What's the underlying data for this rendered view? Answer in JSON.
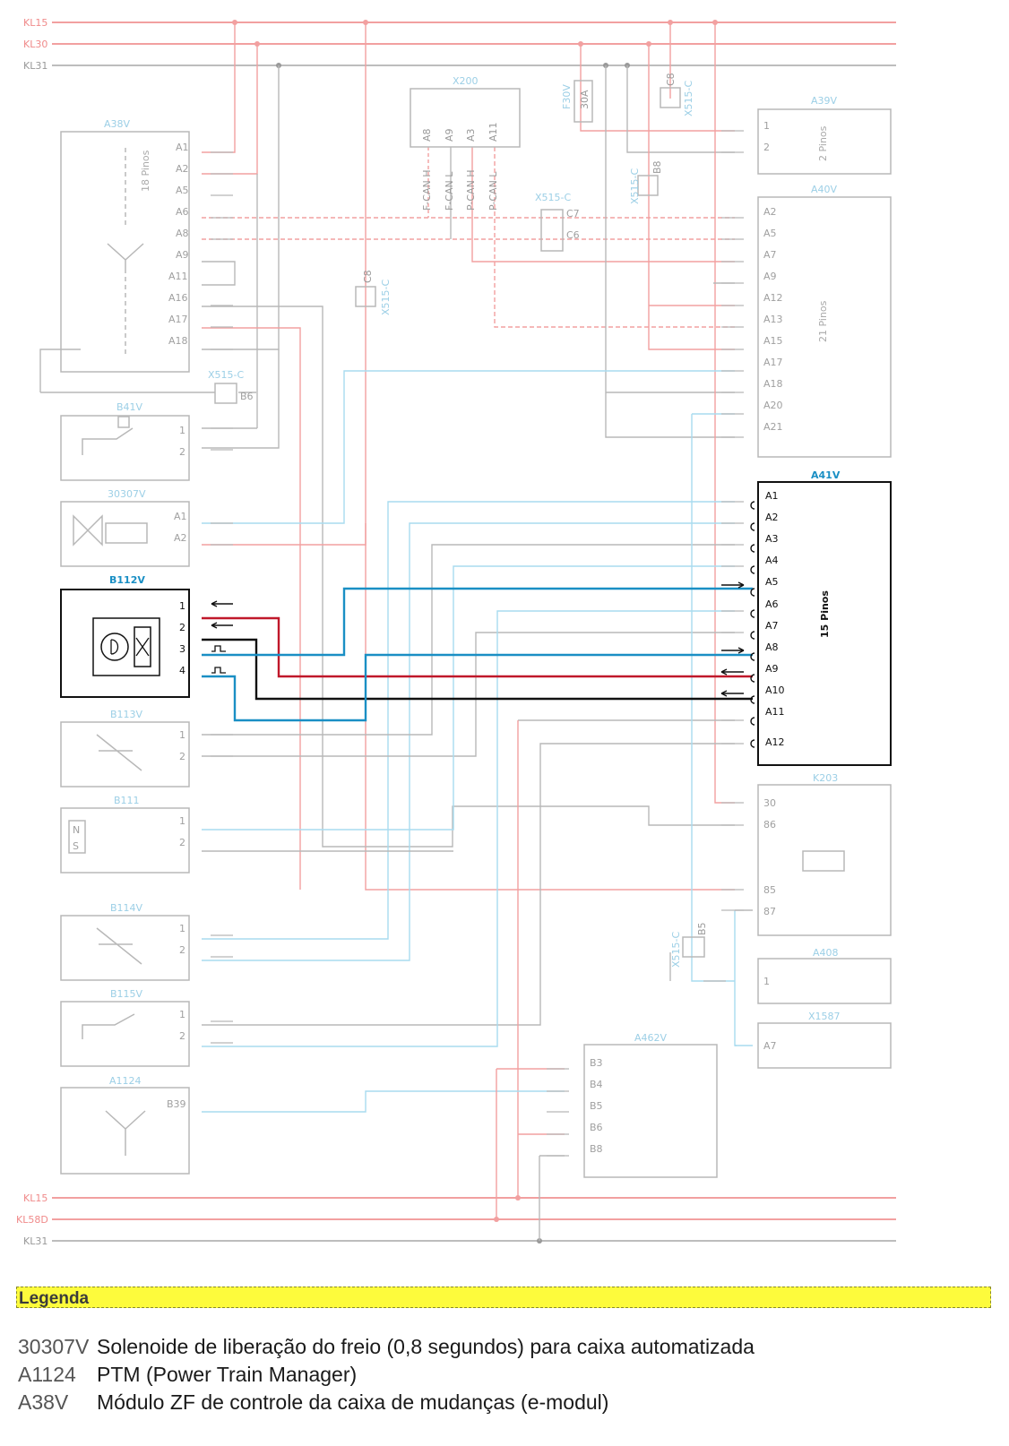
{
  "rails_top": [
    {
      "label": "KL15",
      "color": "#f4a5a5"
    },
    {
      "label": "KL30",
      "color": "#f4a5a5"
    },
    {
      "label": "KL31",
      "color": "#bdbdbd"
    }
  ],
  "rails_bottom": [
    {
      "label": "KL15",
      "color": "#f4a5a5"
    },
    {
      "label": "KL58D",
      "color": "#f4a5a5"
    },
    {
      "label": "KL31",
      "color": "#bdbdbd"
    }
  ],
  "components": {
    "a38v": {
      "name": "A38V",
      "pins_text": "18 Pinos",
      "pins": [
        "A1",
        "A2",
        "A5",
        "A6",
        "A8",
        "A9",
        "A11",
        "A16",
        "A17",
        "A18"
      ]
    },
    "x200": {
      "name": "X200",
      "pins": [
        "A8",
        "A9",
        "A3",
        "A11"
      ],
      "signals": [
        "F-CAN H",
        "F-CAN L",
        "P-CAN H",
        "P-CAN L"
      ]
    },
    "f30v": {
      "name": "F30V",
      "rating": "30A"
    },
    "x515c_top": {
      "name": "X515-C",
      "pin": "C8"
    },
    "x515c_b8": {
      "name": "X515-C",
      "pin": "B8"
    },
    "x515c_c7": {
      "name": "X515-C",
      "pins": [
        "C7",
        "C6"
      ]
    },
    "x515c_c8": {
      "name": "X515-C",
      "pin": "C8"
    },
    "x515c_b6": {
      "name": "X515-C",
      "pin": "B6"
    },
    "x515c_b5": {
      "name": "X515-C",
      "pin": "B5"
    },
    "a39v": {
      "name": "A39V",
      "pins_text": "2 Pinos",
      "pins": [
        "1",
        "2"
      ]
    },
    "a40v": {
      "name": "A40V",
      "pins_text": "21 Pinos",
      "pins": [
        "A2",
        "A5",
        "A7",
        "A9",
        "A12",
        "A13",
        "A15",
        "A17",
        "A18",
        "A20",
        "A21"
      ]
    },
    "b41v": {
      "name": "B41V",
      "pins": [
        "1",
        "2"
      ]
    },
    "v30307": {
      "name": "30307V",
      "pins": [
        "A1",
        "A2"
      ]
    },
    "a41v": {
      "name": "A41V",
      "pins_text": "15 Pinos",
      "pins": [
        "A1",
        "A2",
        "A3",
        "A4",
        "A5",
        "A6",
        "A7",
        "A8",
        "A9",
        "A10",
        "A11",
        "A12"
      ]
    },
    "b112v": {
      "name": "B112V",
      "pins": [
        "1",
        "2",
        "3",
        "4"
      ]
    },
    "b113v": {
      "name": "B113V",
      "pins": [
        "1",
        "2"
      ]
    },
    "b111": {
      "name": "B111",
      "pins": [
        "1",
        "2"
      ],
      "magnet": [
        "N",
        "S"
      ]
    },
    "k203": {
      "name": "K203",
      "pins": [
        "30",
        "86",
        "85",
        "87"
      ]
    },
    "b114v": {
      "name": "B114V",
      "pins": [
        "1",
        "2"
      ]
    },
    "a408": {
      "name": "A408",
      "pins": [
        "1"
      ]
    },
    "b115v": {
      "name": "B115V",
      "pins": [
        "1",
        "2"
      ]
    },
    "x1587": {
      "name": "X1587",
      "pins": [
        "A7"
      ]
    },
    "a462v": {
      "name": "A462V",
      "pins": [
        "B3",
        "B4",
        "B5",
        "B6",
        "B8"
      ]
    },
    "a1124": {
      "name": "A1124",
      "pins": [
        "B39"
      ]
    }
  },
  "legend": {
    "title": "Legenda",
    "items": [
      {
        "code": "30307V",
        "desc": "Solenoide de liberação do freio (0,8 segundos) para caixa automatizada"
      },
      {
        "code": "A1124",
        "desc": "PTM (Power Train Manager)"
      },
      {
        "code": "A38V",
        "desc": "Módulo ZF de controle da caixa de mudanças (e-modul)"
      }
    ]
  },
  "colors": {
    "light_red": "#f2a0a0",
    "light_blue": "#a9dcef",
    "light_grey": "#b8b8b8",
    "dark_red": "#c0182a",
    "dark_blue": "#1a8fc4",
    "black": "#111111",
    "label_blue": "#3f9ecd"
  }
}
